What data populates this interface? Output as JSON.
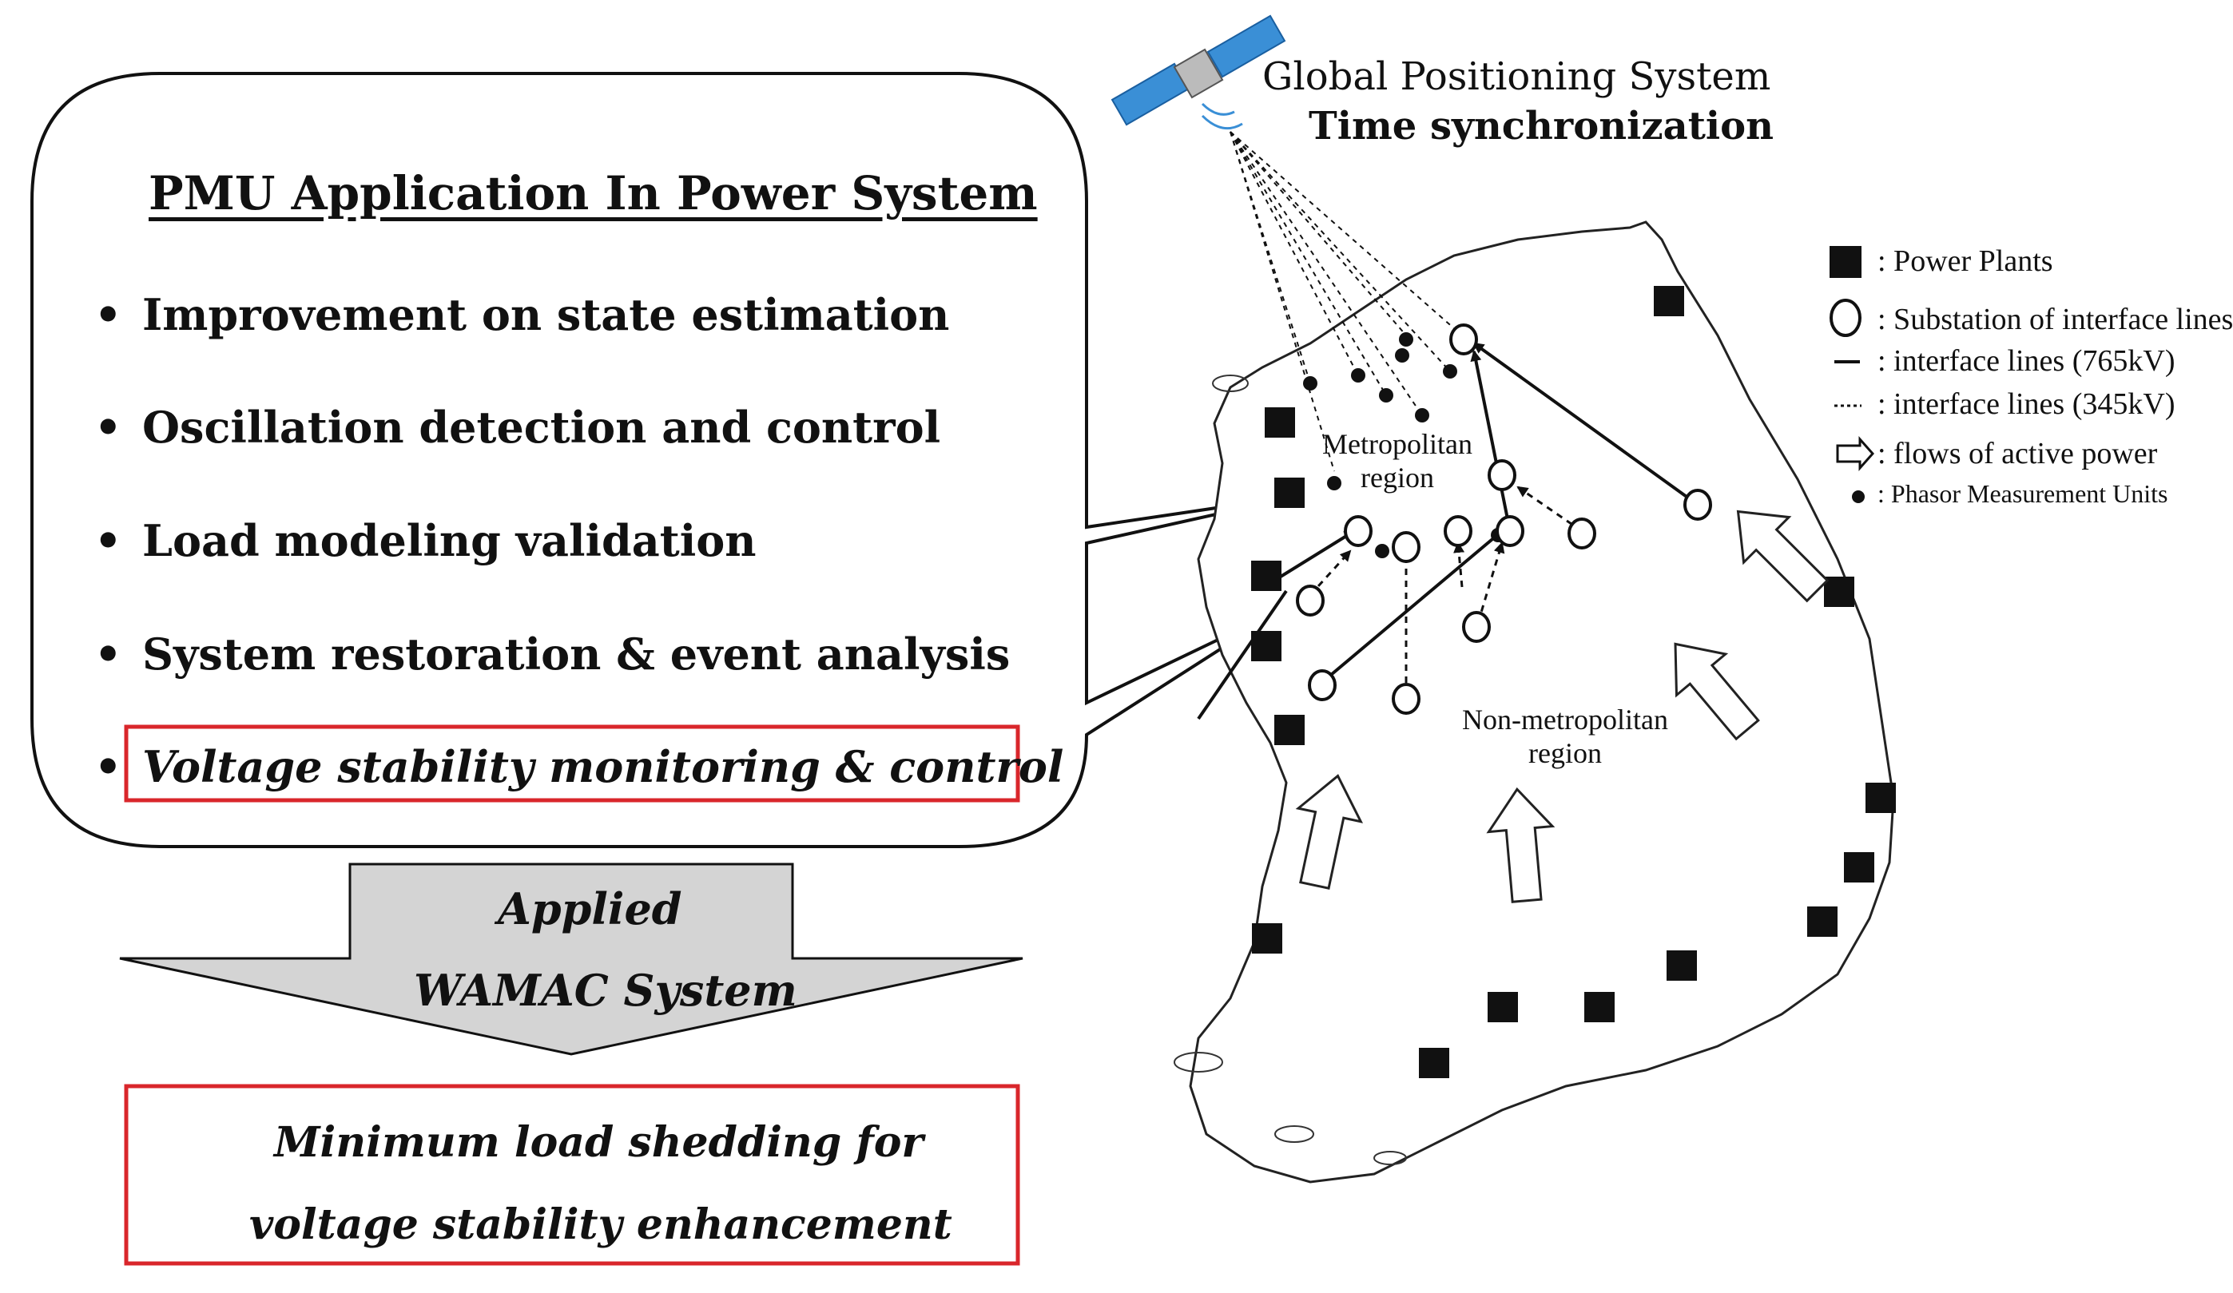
{
  "panel": {
    "title": "PMU Application In Power System",
    "bullets": [
      "Improvement on state estimation",
      "Oscillation detection and control",
      "Load modeling validation",
      "System restoration & event analysis",
      "Voltage stability monitoring & control"
    ],
    "highlight_color": "#d9262b"
  },
  "arrow": {
    "line1": "Applied",
    "line2": "WAMAC System",
    "fill_color": "#d4d4d4"
  },
  "result": {
    "line1": "Minimum load shedding for",
    "line2": "voltage stability enhancement"
  },
  "gps": {
    "line1": "Global Positioning System",
    "line2": "Time synchronization",
    "satellite_icon": "satellite-icon"
  },
  "legend": [
    {
      "symbol": "power-plant-square-icon",
      "label": ": Power Plants"
    },
    {
      "symbol": "substation-circle-icon",
      "label": ": Substation of interface lines"
    },
    {
      "symbol": "solid-line-icon",
      "label": ": interface lines (765kV)"
    },
    {
      "symbol": "dotted-line-icon",
      "label": ": interface lines (345kV)"
    },
    {
      "symbol": "outline-arrow-icon",
      "label": ": flows of active power"
    },
    {
      "symbol": "dot-icon",
      "label": ": Phasor Measurement Units"
    }
  ],
  "map": {
    "metro_line1": "Metropolitan",
    "metro_line2": "region",
    "nonmetro_line1": "Non-metropolitan",
    "nonmetro_line2": "region"
  }
}
